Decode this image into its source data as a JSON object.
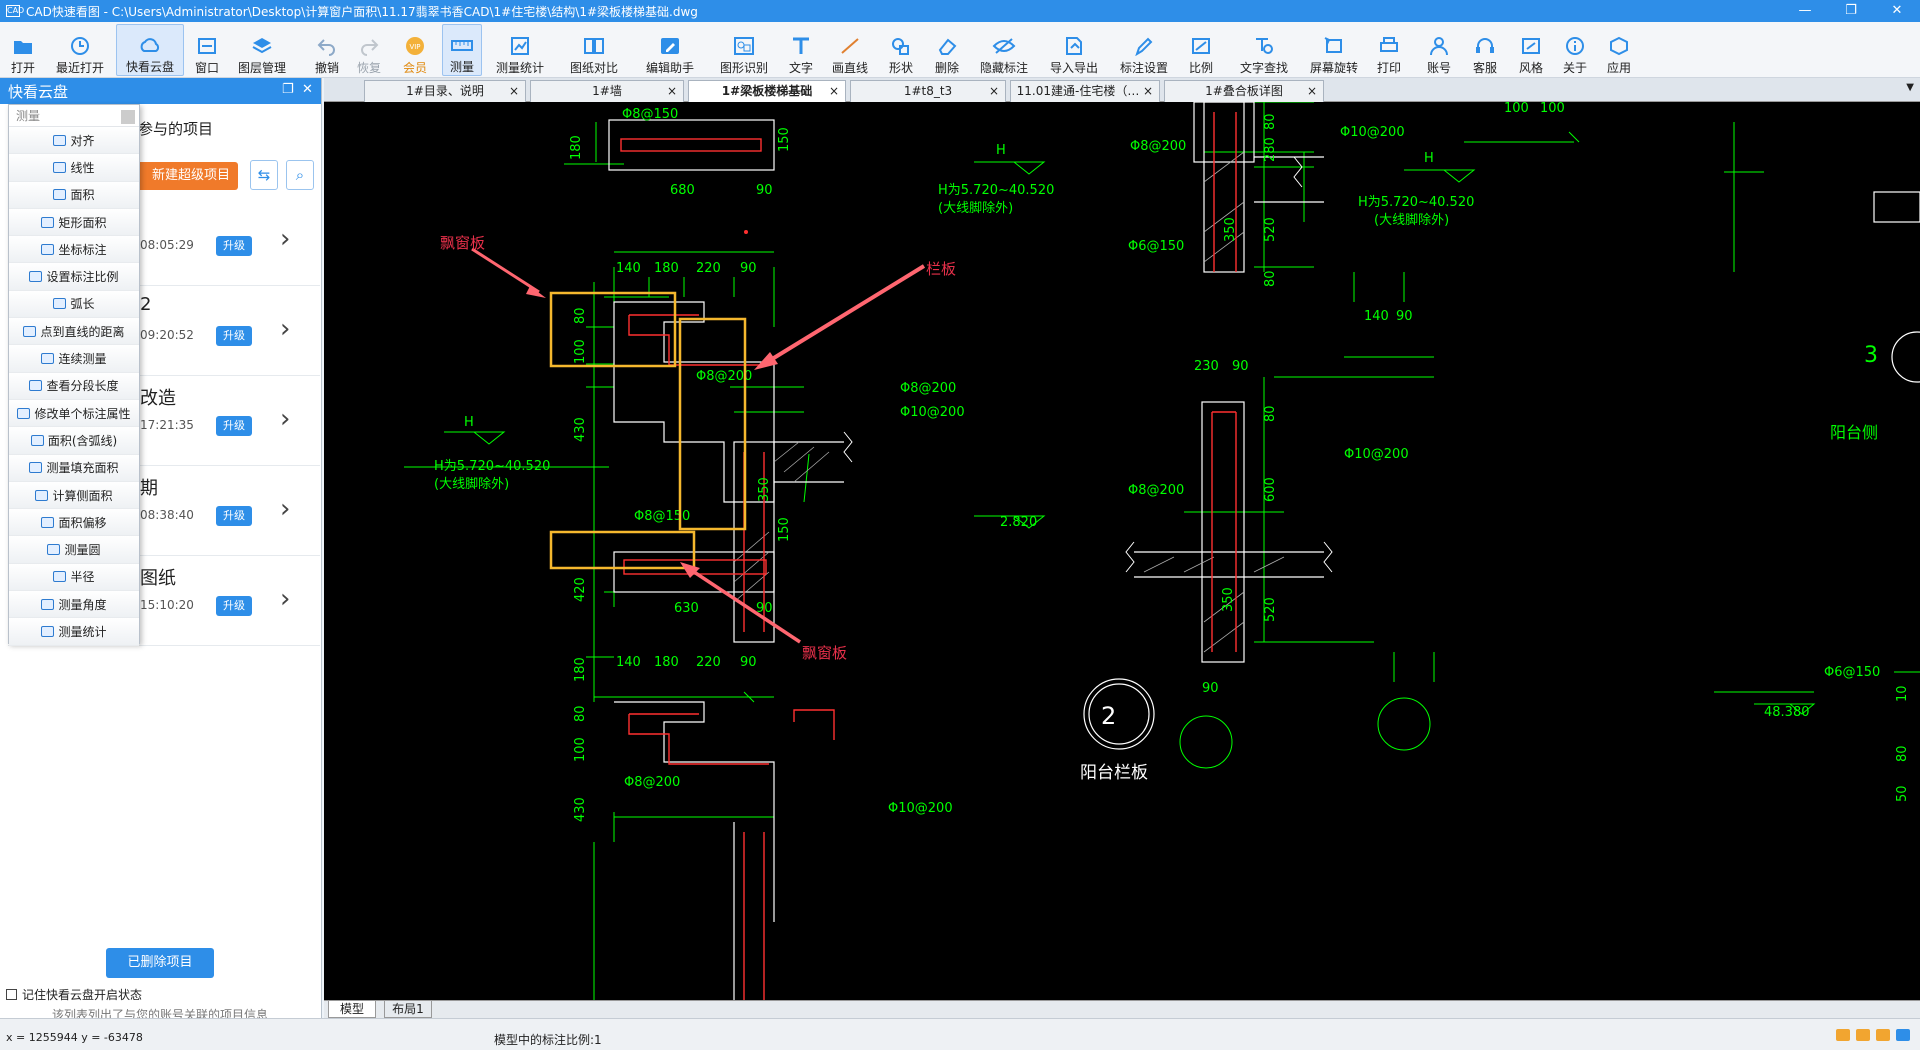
{
  "window": {
    "title": "CAD快速看图 - C:\\Users\\Administrator\\Desktop\\计算窗户面积\\11.17翡翠书香CAD\\1#住宅楼\\结构\\1#梁板楼梯基础.dwg",
    "app_icon": "CAD"
  },
  "toolbar": {
    "open": "打开",
    "recent": "最近打开",
    "cloud": "快看云盘",
    "window": "窗口",
    "layers": "图层管理",
    "undo": "撤销",
    "redo": "恢复",
    "member": "会员",
    "measure": "测量",
    "measure_stats": "测量统计",
    "compare": "图纸对比",
    "edit_helper": "编辑助手",
    "shape_recognize": "图形识别",
    "text": "文字",
    "line": "画直线",
    "shape": "形状",
    "erase": "删除",
    "hide_marks": "隐藏标注",
    "import_export": "导入导出",
    "mark_settings": "标注设置",
    "ratio": "比例",
    "text_search": "文字查找",
    "rotate_screen": "屏幕旋转",
    "print": "打印",
    "account": "账号",
    "service": "客服",
    "style": "风格",
    "about": "关于",
    "apps": "应用"
  },
  "panel": {
    "title": "快看云盘",
    "projects_heading": "参与的项目",
    "new_project": "新建超级项目",
    "items": [
      {
        "name": "",
        "time": "08:05:29",
        "upgrade": "升级"
      },
      {
        "name": "2",
        "time": "09:20:52",
        "upgrade": "升级"
      },
      {
        "name": "改造",
        "time": "17:21:35",
        "upgrade": "升级"
      },
      {
        "name": "期",
        "time": "08:38:40",
        "upgrade": "升级"
      },
      {
        "name": "图纸",
        "time": "15:10:20",
        "upgrade": "升级"
      }
    ],
    "deleted_projects": "已删除项目",
    "remember_state": "记住快看云盘开启状态",
    "hint": "该列表列出了与您的账号关联的项目信息"
  },
  "measure_menu": {
    "header": "测量",
    "items": [
      "对齐",
      "线性",
      "面积",
      "矩形面积",
      "坐标标注",
      "设置标注比例",
      "弧长",
      "点到直线的距离",
      "连续测量",
      "查看分段长度",
      "修改单个标注属性",
      "面积(含弧线)",
      "测量填充面积",
      "计算侧面积",
      "面积偏移",
      "测量圆",
      "半径",
      "测量角度",
      "测量统计"
    ]
  },
  "doc_tabs": [
    {
      "label": "1#目录、说明",
      "close": "×"
    },
    {
      "label": "1#墙",
      "close": "×"
    },
    {
      "label": "1#梁板楼梯基础",
      "close": "×"
    },
    {
      "label": "1#t8_t3",
      "close": "×"
    },
    {
      "label": "11.01建通-住宅楼（…",
      "close": "×"
    },
    {
      "label": "1#叠合板详图",
      "close": "×"
    }
  ],
  "layout_tabs": [
    "模型",
    "布局1"
  ],
  "status": {
    "coords": "x = 1255944  y = -63478",
    "scale": "模型中的标注比例:1"
  },
  "drawing": {
    "annotations": {
      "bay_window_top": "飘窗板",
      "parapet": "栏板",
      "bay_window_bottom": "飘窗板"
    },
    "dims_left": {
      "top_slab_rebar": "Φ8@150",
      "d180a": "180",
      "d150a": "150",
      "d680": "680",
      "d90a": "90",
      "d140": "140",
      "d180": "180",
      "d220": "220",
      "d90b": "90",
      "d80": "80",
      "d100": "100",
      "d430": "430",
      "d420": "420",
      "d180b": "180",
      "r8_200": "Φ8@200",
      "r8_200b": "Φ8@200",
      "r10_200": "Φ10@200",
      "d350": "350",
      "level_h": "H",
      "level": "H为5.720~40.520",
      "level_note": "(大线脚除外)",
      "r8_150b": "Φ8@150",
      "d150b": "150",
      "d630": "630",
      "d90c": "90",
      "d140b": "140",
      "d180c": "180",
      "d220b": "220",
      "d90d": "90",
      "d80b": "80",
      "d100b": "100",
      "r8_200c": "Φ8@200",
      "r10_200b": "Φ10@200",
      "d430b": "430"
    },
    "dims_right": {
      "d80": "80",
      "d280": "280",
      "d520": "520",
      "d80b": "80",
      "r10_200": "Φ10@200",
      "r8_200": "Φ8@200",
      "r6_150": "Φ6@150",
      "d350": "350",
      "d140": "140",
      "d90": "90",
      "level_h": "H",
      "level": "H为5.720~40.520",
      "level_note": "(大线脚除外)",
      "d230": "230",
      "d90b": "90",
      "d80c": "80",
      "d600": "600",
      "d520b": "520",
      "r10_200b": "Φ10@200",
      "r8_200b": "Φ8@200",
      "lvl_2820": "2.820",
      "d350b": "350",
      "d90c": "90",
      "circle_label": "2",
      "detail_title": "阳台栏板",
      "far_h": "H",
      "far_level": "H为5.720~40.520",
      "far_note": "(大线脚除外)",
      "far_circle": "3",
      "far_title": "阳台侧",
      "far_top1": "100",
      "far_top2": "100",
      "far_r6": "Φ6@150",
      "far_lvl": "48.380",
      "far_d10": "10",
      "far_d80": "80",
      "far_d50": "50"
    }
  },
  "colors": {
    "accent": "#2e8ee8",
    "orange": "#f07a2a",
    "cad_bg": "#000000",
    "cad_dim": "#00ff00",
    "cad_rebar": "#ff3030",
    "highlight_box": "#f5b82e",
    "annotation": "#e8304a"
  }
}
